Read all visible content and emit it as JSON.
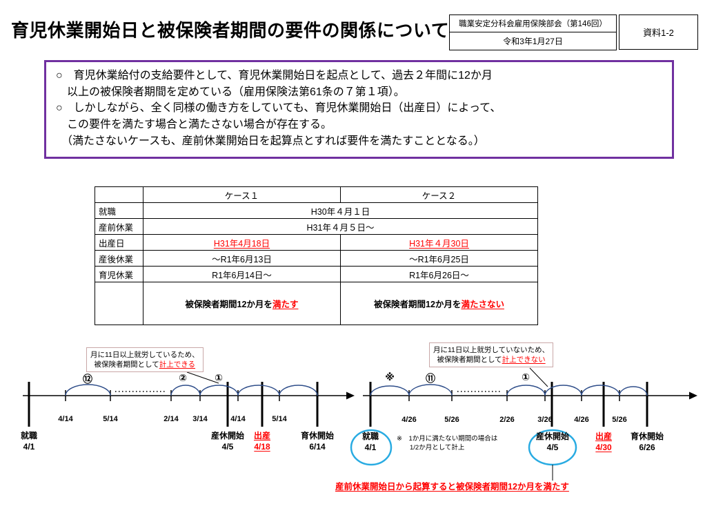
{
  "header": {
    "title": "育児休業開始日と被保険者期間の要件の関係について",
    "committee": "職業安定分科会雇用保険部会（第146回）",
    "date": "令和3年1月27日",
    "doc_number": "資料1-2"
  },
  "summary": {
    "para1": "○　育児休業給付の支給要件として、育児休業開始日を起点として、過去２年間に12か月\n　以上の被保険者期間を定めている（雇用保険法第61条の７第１項）。",
    "para2": "○　しかしながら、全く同様の働き方をしていても、育児休業開始日（出産日）によって、\n　この要件を満たす場合と満たさない場合が存在する。\n　（満たさないケースも、産前休業開始日を起算点とすれば要件を満たすこととなる。）"
  },
  "table": {
    "case1_header": "ケース１",
    "case2_header": "ケース２",
    "rows": {
      "employment": {
        "label": "就職",
        "value": "H30年４月１日"
      },
      "prenatal": {
        "label": "産前休業",
        "value": "H31年４月５日～"
      },
      "birth": {
        "label": "出産日",
        "case1": "H31年4月18日",
        "case2": "H31年４月30日"
      },
      "postnatal": {
        "label": "産後休業",
        "case1": "～R1年6月13日",
        "case2": "～R1年6月25日"
      },
      "childcare": {
        "label": "育児休業",
        "case1": "R1年6月14日～",
        "case2": "R1年6月26日～"
      }
    },
    "result": {
      "prefix": "被保険者期間12か月を",
      "case1": "満たす",
      "case2": "満たさない"
    }
  },
  "timeline_left": {
    "callout_line1": "月に11日以上就労しているため、",
    "callout_line2": "被保険者期間として",
    "callout_highlight": "計上できる",
    "arc12": "⑫",
    "arc2": "②",
    "arc1": "①",
    "ticks": [
      "4/14",
      "5/14",
      "2/14",
      "3/14",
      "4/14",
      "5/14"
    ],
    "start_label": "就職",
    "start_date": "4/1",
    "maternity_label": "産休開始",
    "maternity_date": "4/5",
    "birth_label": "出産",
    "birth_date": "4/18",
    "leave_label": "育休開始",
    "leave_date": "6/14"
  },
  "timeline_right": {
    "callout_line1": "月に11日以上就労していないため、",
    "callout_line2": "被保険者期間として",
    "callout_highlight": "計上できない",
    "arc_half": "※",
    "arc11": "⑪",
    "arc1": "①",
    "ticks": [
      "4/26",
      "5/26",
      "2/26",
      "3/26",
      "4/26",
      "5/26"
    ],
    "start_label": "就職",
    "start_date": "4/1",
    "half_month_note": "※　1か月に満たない期間の場合は\n　　1/2か月として計上",
    "maternity_label": "産休開始",
    "maternity_date": "4/5",
    "birth_label": "出産",
    "birth_date": "4/30",
    "leave_label": "育休開始",
    "leave_date": "6/26"
  },
  "footer_note": "産前休業開始日から起算すると被保険者期間12か月を満たす",
  "colors": {
    "accent_purple": "#7030A0",
    "highlight_red": "#FF0000",
    "ellipse_blue": "#29ABE2",
    "arc_blue": "#2E4D89"
  }
}
